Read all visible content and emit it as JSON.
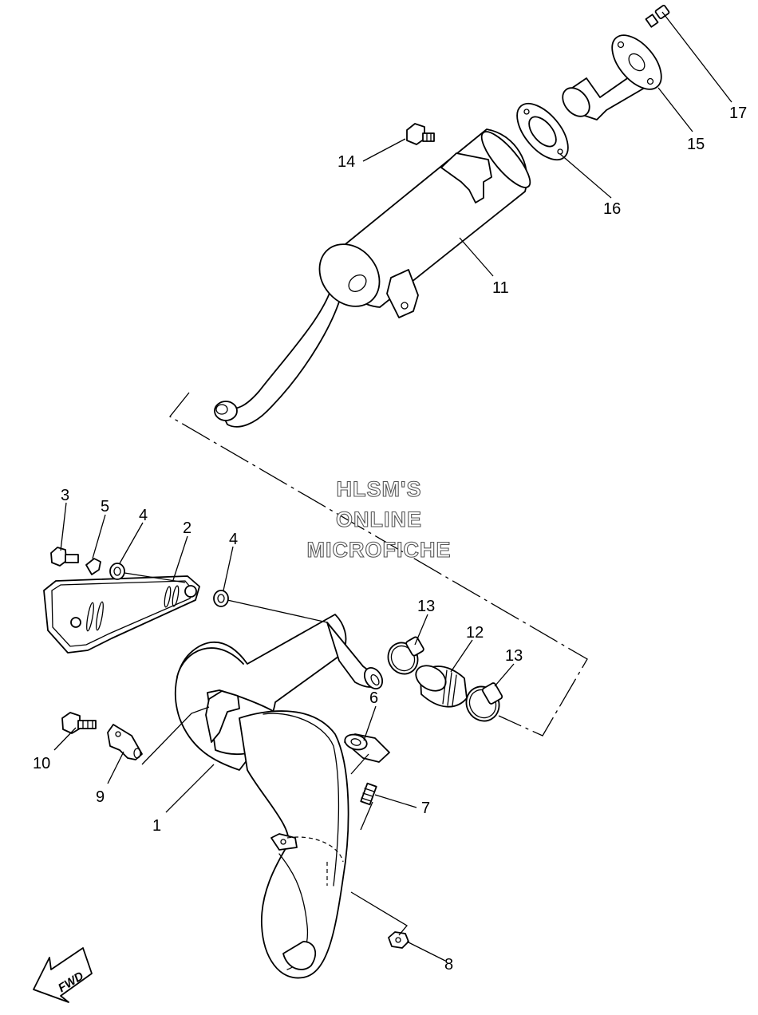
{
  "diagram": {
    "watermark": [
      "HLSM'S",
      "ONLINE",
      "MICROFICHE"
    ],
    "direction_label": "FWD",
    "callouts": [
      "1",
      "2",
      "3",
      "4",
      "4",
      "5",
      "6",
      "7",
      "8",
      "9",
      "10",
      "11",
      "12",
      "13",
      "13",
      "14",
      "15",
      "16",
      "17"
    ]
  }
}
